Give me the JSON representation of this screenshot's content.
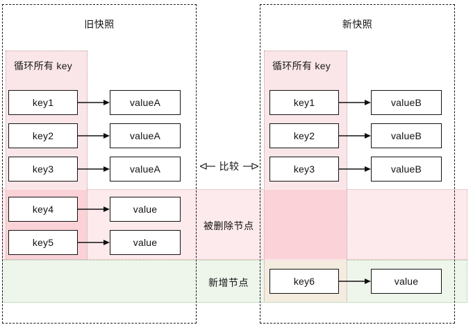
{
  "diagram": {
    "title_old": "旧快照",
    "title_new": "新快照",
    "loop_label": "循环所有 key",
    "compare_label": "比较",
    "deleted_band_label": "被删除节点",
    "added_band_label": "新增节点",
    "colors": {
      "loop_pink": "#fae6e8",
      "deleted_band": "#fdeaec",
      "added_band": "#eef6ec",
      "overlap_pink": "#fbd2d7",
      "stroke": "#111111"
    }
  },
  "old_snapshot": {
    "rows": [
      {
        "key": "key1",
        "value": "valueA"
      },
      {
        "key": "key2",
        "value": "valueA"
      },
      {
        "key": "key3",
        "value": "valueA"
      },
      {
        "key": "key4",
        "value": "value"
      },
      {
        "key": "key5",
        "value": "value"
      }
    ]
  },
  "new_snapshot": {
    "rows": [
      {
        "key": "key1",
        "value": "valueB"
      },
      {
        "key": "key2",
        "value": "valueB"
      },
      {
        "key": "key3",
        "value": "valueB"
      },
      {
        "key": "key6",
        "value": "value"
      }
    ]
  }
}
